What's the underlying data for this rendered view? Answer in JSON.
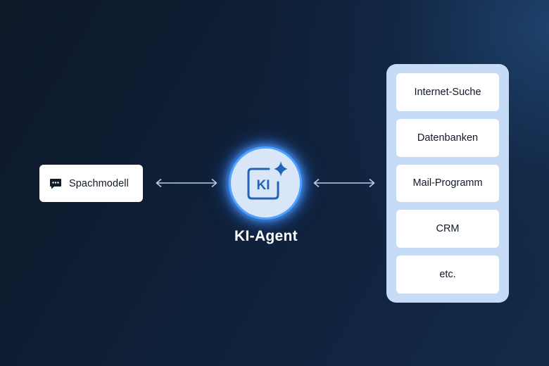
{
  "model": {
    "label": "Spachmodell",
    "icon": "chat-bubble-icon"
  },
  "agent": {
    "title": "KI-Agent",
    "badge_text": "KI",
    "icon": "ai-sparkle-icon"
  },
  "tools": [
    {
      "label": "Internet-Suche"
    },
    {
      "label": "Datenbanken"
    },
    {
      "label": "Mail-Programm"
    },
    {
      "label": "CRM"
    },
    {
      "label": "etc."
    }
  ],
  "colors": {
    "background": "#0f2038",
    "glow": "#4da2ff",
    "panel": "#c6dcf6",
    "agent_blue": "#2563b8",
    "arrow": "#b9cfe9"
  }
}
